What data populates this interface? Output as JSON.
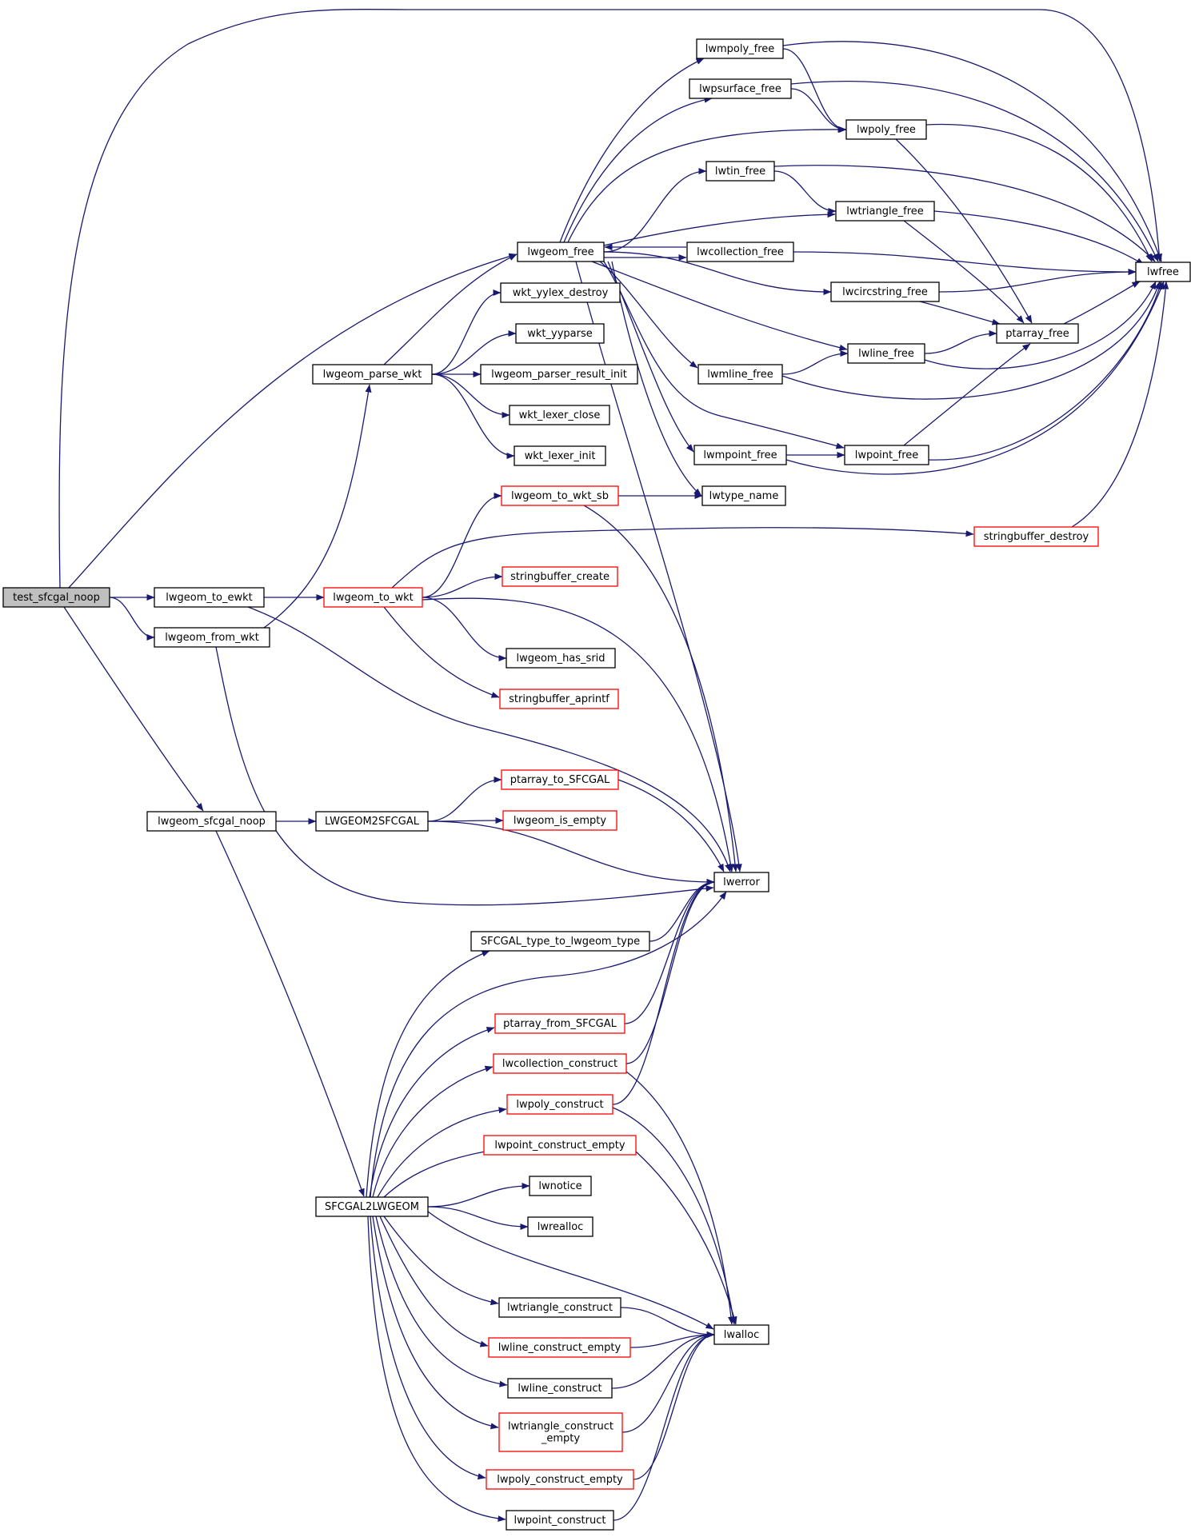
{
  "nodes": [
    {
      "id": "test_sfcgal_noop",
      "label": "test_sfcgal_noop",
      "style": "root"
    },
    {
      "id": "lwgeom_to_ewkt",
      "label": "lwgeom_to_ewkt",
      "style": "normal"
    },
    {
      "id": "lwgeom_from_wkt",
      "label": "lwgeom_from_wkt",
      "style": "normal"
    },
    {
      "id": "lwgeom_sfcgal_noop",
      "label": "lwgeom_sfcgal_noop",
      "style": "normal"
    },
    {
      "id": "lwgeom_parse_wkt",
      "label": "lwgeom_parse_wkt",
      "style": "normal"
    },
    {
      "id": "lwgeom_to_wkt",
      "label": "lwgeom_to_wkt",
      "style": "red"
    },
    {
      "id": "LWGEOM2SFCGAL",
      "label": "LWGEOM2SFCGAL",
      "style": "normal"
    },
    {
      "id": "SFCGAL2LWGEOM",
      "label": "SFCGAL2LWGEOM",
      "style": "normal"
    },
    {
      "id": "lwgeom_free",
      "label": "lwgeom_free",
      "style": "normal"
    },
    {
      "id": "wkt_yylex_destroy",
      "label": "wkt_yylex_destroy",
      "style": "normal"
    },
    {
      "id": "wkt_yyparse",
      "label": "wkt_yyparse",
      "style": "normal"
    },
    {
      "id": "lwgeom_parser_result_init",
      "label": "lwgeom_parser_result_init",
      "style": "normal"
    },
    {
      "id": "wkt_lexer_close",
      "label": "wkt_lexer_close",
      "style": "normal"
    },
    {
      "id": "wkt_lexer_init",
      "label": "wkt_lexer_init",
      "style": "normal"
    },
    {
      "id": "lwgeom_to_wkt_sb",
      "label": "lwgeom_to_wkt_sb",
      "style": "red"
    },
    {
      "id": "stringbuffer_create",
      "label": "stringbuffer_create",
      "style": "red"
    },
    {
      "id": "lwgeom_has_srid",
      "label": "lwgeom_has_srid",
      "style": "normal"
    },
    {
      "id": "stringbuffer_aprintf",
      "label": "stringbuffer_aprintf",
      "style": "red"
    },
    {
      "id": "ptarray_to_SFCGAL",
      "label": "ptarray_to_SFCGAL",
      "style": "red"
    },
    {
      "id": "lwgeom_is_empty",
      "label": "lwgeom_is_empty",
      "style": "red"
    },
    {
      "id": "SFCGAL_type_to_lwgeom_type",
      "label": "SFCGAL_type_to_lwgeom_type",
      "style": "normal"
    },
    {
      "id": "ptarray_from_SFCGAL",
      "label": "ptarray_from_SFCGAL",
      "style": "red"
    },
    {
      "id": "lwcollection_construct",
      "label": "lwcollection_construct",
      "style": "red"
    },
    {
      "id": "lwpoly_construct",
      "label": "lwpoly_construct",
      "style": "red"
    },
    {
      "id": "lwpoint_construct_empty",
      "label": "lwpoint_construct_empty",
      "style": "red"
    },
    {
      "id": "lwnotice",
      "label": "lwnotice",
      "style": "normal"
    },
    {
      "id": "lwrealloc",
      "label": "lwrealloc",
      "style": "normal"
    },
    {
      "id": "lwtriangle_construct",
      "label": "lwtriangle_construct",
      "style": "normal"
    },
    {
      "id": "lwline_construct_empty",
      "label": "lwline_construct_empty",
      "style": "red"
    },
    {
      "id": "lwline_construct",
      "label": "lwline_construct",
      "style": "normal"
    },
    {
      "id": "lwtriangle_construct_empty",
      "label": "lwtriangle_construct\n_empty",
      "style": "red"
    },
    {
      "id": "lwpoly_construct_empty",
      "label": "lwpoly_construct_empty",
      "style": "red"
    },
    {
      "id": "lwpoint_construct",
      "label": "lwpoint_construct",
      "style": "normal"
    },
    {
      "id": "lwmpoly_free",
      "label": "lwmpoly_free",
      "style": "normal"
    },
    {
      "id": "lwpsurface_free",
      "label": "lwpsurface_free",
      "style": "normal"
    },
    {
      "id": "lwtin_free",
      "label": "lwtin_free",
      "style": "normal"
    },
    {
      "id": "lwcollection_free",
      "label": "lwcollection_free",
      "style": "normal"
    },
    {
      "id": "lwmline_free",
      "label": "lwmline_free",
      "style": "normal"
    },
    {
      "id": "lwmpoint_free",
      "label": "lwmpoint_free",
      "style": "normal"
    },
    {
      "id": "lwtype_name",
      "label": "lwtype_name",
      "style": "normal"
    },
    {
      "id": "lwpoly_free",
      "label": "lwpoly_free",
      "style": "normal"
    },
    {
      "id": "lwtriangle_free",
      "label": "lwtriangle_free",
      "style": "normal"
    },
    {
      "id": "lwcircstring_free",
      "label": "lwcircstring_free",
      "style": "normal"
    },
    {
      "id": "lwline_free",
      "label": "lwline_free",
      "style": "normal"
    },
    {
      "id": "lwpoint_free",
      "label": "lwpoint_free",
      "style": "normal"
    },
    {
      "id": "stringbuffer_destroy",
      "label": "stringbuffer_destroy",
      "style": "red"
    },
    {
      "id": "ptarray_free",
      "label": "ptarray_free",
      "style": "normal"
    },
    {
      "id": "lwerror",
      "label": "lwerror",
      "style": "normal"
    },
    {
      "id": "lwalloc",
      "label": "lwalloc",
      "style": "normal"
    },
    {
      "id": "lwfree",
      "label": "lwfree",
      "style": "normal"
    }
  ],
  "edges": [
    [
      "test_sfcgal_noop",
      "lwfree"
    ],
    [
      "test_sfcgal_noop",
      "lwgeom_free"
    ],
    [
      "test_sfcgal_noop",
      "lwgeom_to_ewkt"
    ],
    [
      "test_sfcgal_noop",
      "lwgeom_from_wkt"
    ],
    [
      "test_sfcgal_noop",
      "lwgeom_sfcgal_noop"
    ],
    [
      "lwgeom_to_ewkt",
      "lwgeom_to_wkt"
    ],
    [
      "lwgeom_to_ewkt",
      "lwerror"
    ],
    [
      "lwgeom_from_wkt",
      "lwgeom_parse_wkt"
    ],
    [
      "lwgeom_from_wkt",
      "lwerror"
    ],
    [
      "lwgeom_sfcgal_noop",
      "LWGEOM2SFCGAL"
    ],
    [
      "lwgeom_sfcgal_noop",
      "SFCGAL2LWGEOM"
    ],
    [
      "lwgeom_parse_wkt",
      "lwgeom_free"
    ],
    [
      "lwgeom_parse_wkt",
      "wkt_yylex_destroy"
    ],
    [
      "lwgeom_parse_wkt",
      "wkt_yyparse"
    ],
    [
      "lwgeom_parse_wkt",
      "lwgeom_parser_result_init"
    ],
    [
      "lwgeom_parse_wkt",
      "wkt_lexer_close"
    ],
    [
      "lwgeom_parse_wkt",
      "wkt_lexer_init"
    ],
    [
      "lwgeom_to_wkt",
      "lwgeom_to_wkt_sb"
    ],
    [
      "lwgeom_to_wkt",
      "stringbuffer_destroy"
    ],
    [
      "lwgeom_to_wkt",
      "stringbuffer_create"
    ],
    [
      "lwgeom_to_wkt",
      "lwgeom_has_srid"
    ],
    [
      "lwgeom_to_wkt",
      "stringbuffer_aprintf"
    ],
    [
      "lwgeom_to_wkt",
      "lwerror"
    ],
    [
      "lwgeom_to_wkt_sb",
      "lwtype_name"
    ],
    [
      "lwgeom_to_wkt_sb",
      "lwerror"
    ],
    [
      "LWGEOM2SFCGAL",
      "ptarray_to_SFCGAL"
    ],
    [
      "LWGEOM2SFCGAL",
      "lwgeom_is_empty"
    ],
    [
      "LWGEOM2SFCGAL",
      "lwerror"
    ],
    [
      "ptarray_to_SFCGAL",
      "lwerror"
    ],
    [
      "SFCGAL2LWGEOM",
      "SFCGAL_type_to_lwgeom_type"
    ],
    [
      "SFCGAL2LWGEOM",
      "lwerror"
    ],
    [
      "SFCGAL2LWGEOM",
      "ptarray_from_SFCGAL"
    ],
    [
      "SFCGAL2LWGEOM",
      "lwcollection_construct"
    ],
    [
      "SFCGAL2LWGEOM",
      "lwpoly_construct"
    ],
    [
      "SFCGAL2LWGEOM",
      "lwpoint_construct_empty"
    ],
    [
      "SFCGAL2LWGEOM",
      "lwnotice"
    ],
    [
      "SFCGAL2LWGEOM",
      "lwrealloc"
    ],
    [
      "SFCGAL2LWGEOM",
      "lwalloc"
    ],
    [
      "SFCGAL2LWGEOM",
      "lwtriangle_construct"
    ],
    [
      "SFCGAL2LWGEOM",
      "lwline_construct_empty"
    ],
    [
      "SFCGAL2LWGEOM",
      "lwline_construct"
    ],
    [
      "SFCGAL2LWGEOM",
      "lwtriangle_construct_empty"
    ],
    [
      "SFCGAL2LWGEOM",
      "lwpoly_construct_empty"
    ],
    [
      "SFCGAL2LWGEOM",
      "lwpoint_construct"
    ],
    [
      "SFCGAL_type_to_lwgeom_type",
      "lwerror"
    ],
    [
      "ptarray_from_SFCGAL",
      "lwerror"
    ],
    [
      "lwcollection_construct",
      "lwerror"
    ],
    [
      "lwcollection_construct",
      "lwalloc"
    ],
    [
      "lwpoly_construct",
      "lwerror"
    ],
    [
      "lwpoly_construct",
      "lwalloc"
    ],
    [
      "lwpoint_construct_empty",
      "lwalloc"
    ],
    [
      "lwtriangle_construct",
      "lwalloc"
    ],
    [
      "lwline_construct_empty",
      "lwalloc"
    ],
    [
      "lwline_construct",
      "lwalloc"
    ],
    [
      "lwtriangle_construct_empty",
      "lwalloc"
    ],
    [
      "lwpoly_construct_empty",
      "lwalloc"
    ],
    [
      "lwpoint_construct",
      "lwalloc"
    ],
    [
      "lwgeom_free",
      "lwmpoly_free"
    ],
    [
      "lwgeom_free",
      "lwpsurface_free"
    ],
    [
      "lwgeom_free",
      "lwpoly_free"
    ],
    [
      "lwgeom_free",
      "lwtin_free"
    ],
    [
      "lwgeom_free",
      "lwtriangle_free"
    ],
    [
      "lwgeom_free",
      "lwcollection_free"
    ],
    [
      "lwgeom_free",
      "lwcircstring_free"
    ],
    [
      "lwgeom_free",
      "lwline_free"
    ],
    [
      "lwgeom_free",
      "lwmline_free"
    ],
    [
      "lwgeom_free",
      "lwpoint_free"
    ],
    [
      "lwgeom_free",
      "lwmpoint_free"
    ],
    [
      "lwgeom_free",
      "lwtype_name"
    ],
    [
      "lwgeom_free",
      "lwerror"
    ],
    [
      "lwcollection_free",
      "lwgeom_free"
    ],
    [
      "lwcollection_free",
      "lwfree"
    ],
    [
      "lwmpoly_free",
      "lwpoly_free"
    ],
    [
      "lwmpoly_free",
      "lwfree"
    ],
    [
      "lwpsurface_free",
      "lwpoly_free"
    ],
    [
      "lwpsurface_free",
      "lwfree"
    ],
    [
      "lwtin_free",
      "lwtriangle_free"
    ],
    [
      "lwtin_free",
      "lwfree"
    ],
    [
      "lwpoly_free",
      "ptarray_free"
    ],
    [
      "lwpoly_free",
      "lwfree"
    ],
    [
      "lwtriangle_free",
      "ptarray_free"
    ],
    [
      "lwtriangle_free",
      "lwfree"
    ],
    [
      "lwcircstring_free",
      "ptarray_free"
    ],
    [
      "lwcircstring_free",
      "lwfree"
    ],
    [
      "lwmline_free",
      "lwline_free"
    ],
    [
      "lwmline_free",
      "lwfree"
    ],
    [
      "lwline_free",
      "ptarray_free"
    ],
    [
      "lwline_free",
      "lwfree"
    ],
    [
      "lwmpoint_free",
      "lwpoint_free"
    ],
    [
      "lwmpoint_free",
      "lwfree"
    ],
    [
      "lwpoint_free",
      "ptarray_free"
    ],
    [
      "lwpoint_free",
      "lwfree"
    ],
    [
      "ptarray_free",
      "lwfree"
    ],
    [
      "stringbuffer_destroy",
      "lwfree"
    ]
  ]
}
